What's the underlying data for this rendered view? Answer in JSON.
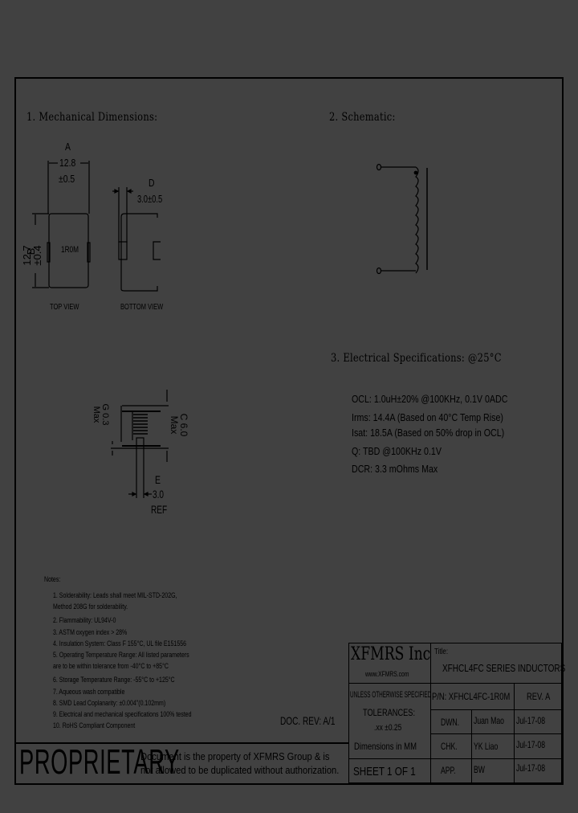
{
  "sections": {
    "mechanical": {
      "title": "1. Mechanical Dimensions:"
    },
    "schematic": {
      "title": "2. Schematic:"
    },
    "electrical": {
      "title": "3. Electrical Specifications: @25°C"
    }
  },
  "mechanical": {
    "top_view": {
      "label": "TOP VIEW",
      "marking": "1R0M",
      "dim_a": {
        "letter": "A",
        "value": "12.8",
        "tol": "±0.5"
      },
      "dim_b": {
        "letter": "B",
        "value": "12.7",
        "tol": "±0.4"
      }
    },
    "bottom_view": {
      "label": "BOTTOM VIEW",
      "dim_d": {
        "letter": "D",
        "value": "3.0±0.5"
      }
    },
    "side_view": {
      "dim_g": {
        "letter": "G",
        "value": "0.3",
        "suffix": "Max"
      },
      "dim_c": {
        "letter": "C",
        "value": "6.0",
        "suffix": "Max"
      },
      "dim_e": {
        "letter": "E",
        "value": "3.0",
        "suffix": "REF"
      }
    }
  },
  "electrical": {
    "specs": [
      "OCL: 1.0uH±20% @100KHz, 0.1V 0ADC",
      "Irms: 14.4A (Based on 40°C Temp Rise)",
      "Isat: 18.5A (Based on 50% drop in OCL)",
      "Q: TBD @100KHz 0.1V",
      "DCR: 3.3 mOhms Max"
    ]
  },
  "notes": {
    "heading": "Notes:",
    "items": [
      "1. Solderability: Leads shall meet MIL-STD-202G,",
      "    Method 208G for solderability.",
      "2. Flammability: UL94V-0",
      "3. ASTM oxygen index > 28%",
      "4. Insulation System: Class F 155°C, UL file E151556",
      "5. Operating Temperature Range: All listed parameters",
      "    are to be within tolerance from -40°C to +85°C",
      "6. Storage Temperature Range: -55°C to +125°C",
      "7. Aqueous wash compatible",
      "8. SMD Lead Coplanarity: ±0.004\"(0.102mm)",
      "9. Electrical and mechanical specifications 100% tested",
      "10. RoHS Compliant Component"
    ]
  },
  "doc_rev": "DOC. REV: A/1",
  "proprietary": {
    "label": "PROPRIETARY",
    "line1": "Document is the property of XFMRS Group & is",
    "line2": "not allowed to be duplicated without authorization."
  },
  "title_block": {
    "company": "XFMRS Inc",
    "website": "www.XFMRS.com",
    "title_label": "Title:",
    "title": "XFHCL4FC SERIES INDUCTORS",
    "unless": "UNLESS OTHERWISE SPECIFIED",
    "tolerances": "TOLERANCES:",
    "tol_value": ".xx ±0.25",
    "dimensions": "Dimensions in MM",
    "sheet": "SHEET 1 OF 1",
    "part_number": "P/N: XFHCL4FC-1R0M",
    "rev": "REV. A",
    "rows": [
      {
        "role": "DWN.",
        "name": "Juan Mao",
        "date": "Jul-17-08"
      },
      {
        "role": "CHK.",
        "name": "YK Liao",
        "date": "Jul-17-08"
      },
      {
        "role": "APP.",
        "name": "BW",
        "date": "Jul-17-08"
      }
    ]
  }
}
